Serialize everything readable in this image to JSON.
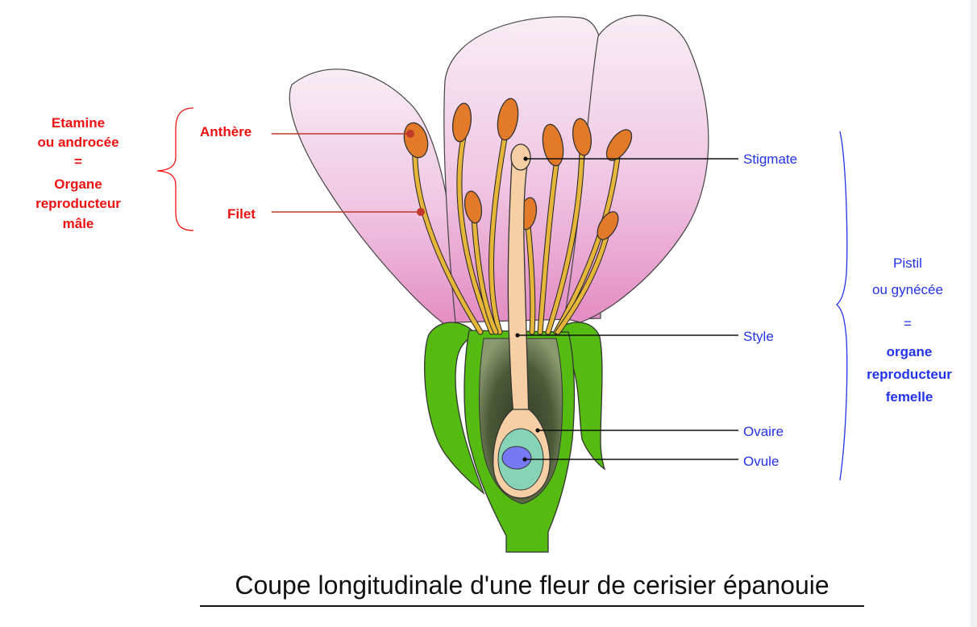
{
  "male": {
    "group_lines": [
      "Etamine",
      "ou androcée",
      "=",
      "Organe",
      "reproducteur",
      "mâle"
    ],
    "anthere": "Anthère",
    "filet": "Filet"
  },
  "female": {
    "stigmate": "Stigmate",
    "style": "Style",
    "ovaire": "Ovaire",
    "ovule": "Ovule",
    "group_line1": "Pistil",
    "group_line2": "ou gynécée",
    "group_line3": "=",
    "group_bold": [
      "organe",
      "reproducteur",
      "femelle"
    ]
  },
  "caption": "Coupe longitudinale d'une fleur de cerisier épanouie",
  "colors": {
    "male_label": "#ee1111",
    "female_label": "#2233ee",
    "petal_light": "#f6e6f1",
    "petal_dark": "#e590c6",
    "sepal": "#55bb11",
    "receptacle": "#3d4a2b",
    "stamen": "#e6b63a",
    "anther": "#e27a2a",
    "pistil": "#f6cfa4",
    "ovary_inner": "#86d3b6",
    "ovule": "#7779f4"
  }
}
